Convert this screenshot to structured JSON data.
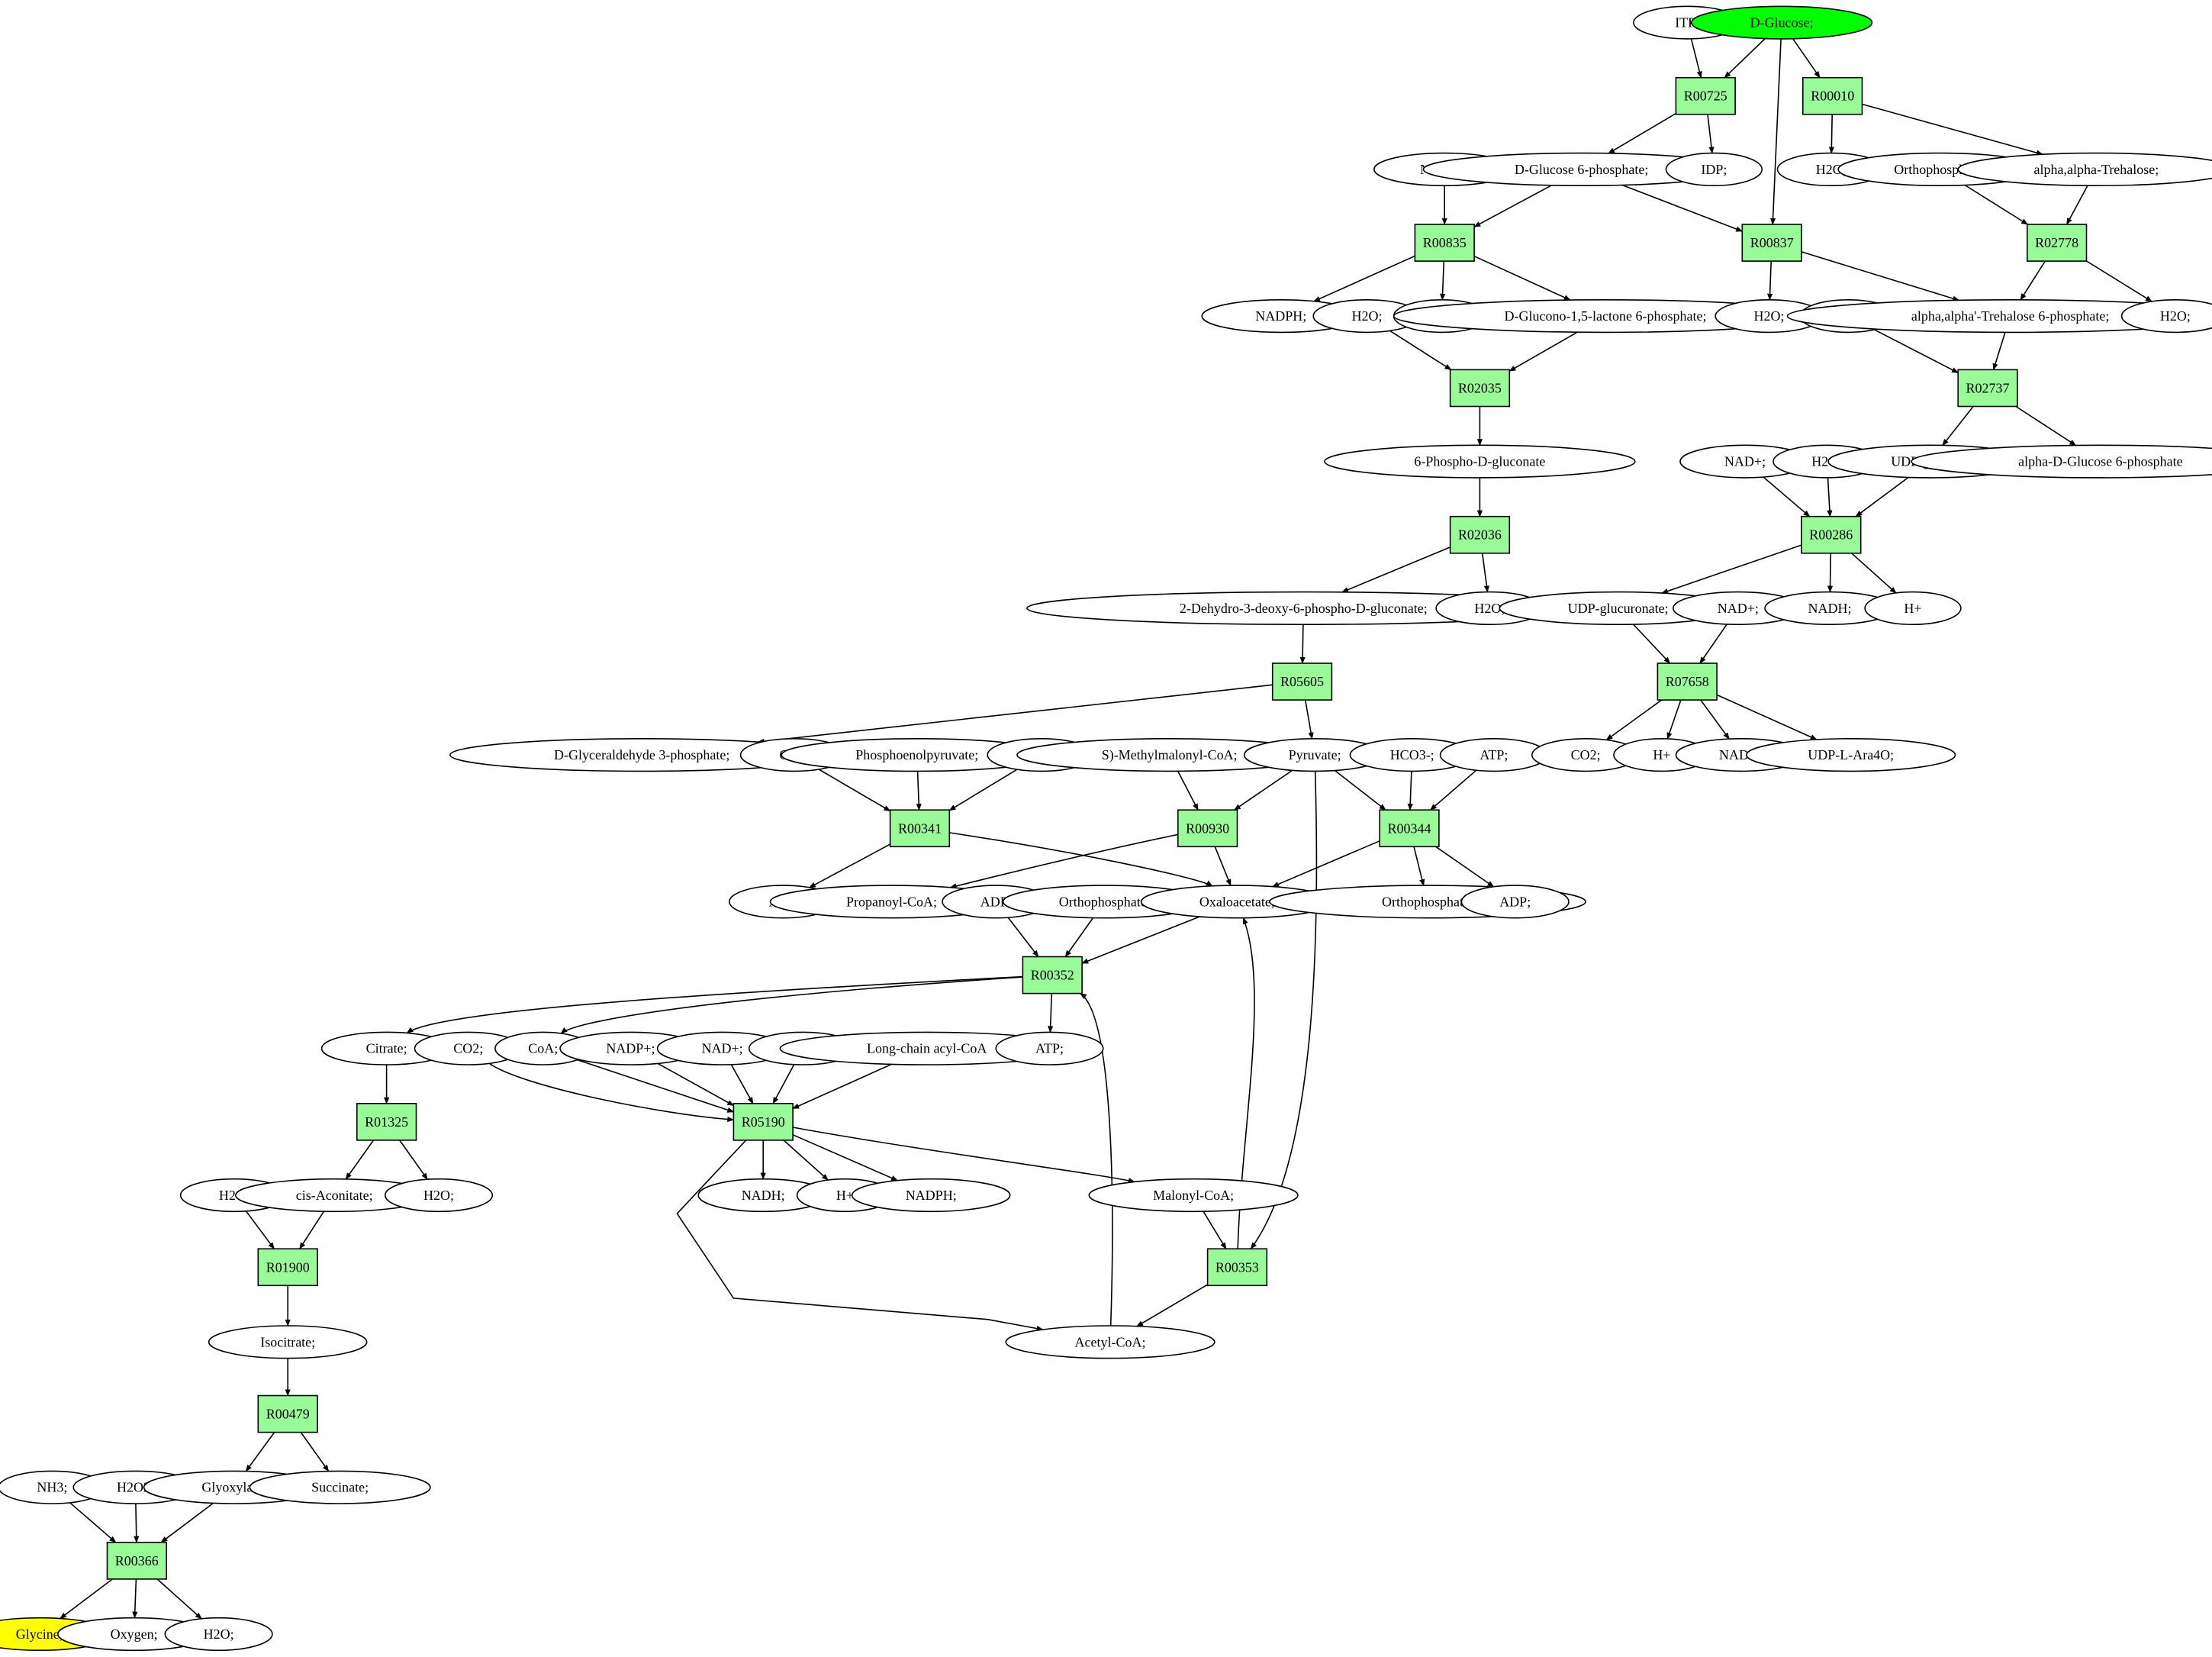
{
  "colors": {
    "reaction_fill": "#98fb98",
    "start_fill": "#00ff00",
    "target_fill": "#ffff00",
    "compound_fill": "#ffffff",
    "stroke": "#000000"
  },
  "reactions": [
    {
      "id": "r00725",
      "label": "R00725"
    },
    {
      "id": "r00010",
      "label": "R00010"
    },
    {
      "id": "r00835",
      "label": "R00835"
    },
    {
      "id": "r00837",
      "label": "R00837"
    },
    {
      "id": "r02778",
      "label": "R02778"
    },
    {
      "id": "r02035",
      "label": "R02035"
    },
    {
      "id": "r02737",
      "label": "R02737"
    },
    {
      "id": "r02036",
      "label": "R02036"
    },
    {
      "id": "r00286",
      "label": "R00286"
    },
    {
      "id": "r05605",
      "label": "R05605"
    },
    {
      "id": "r07658",
      "label": "R07658"
    },
    {
      "id": "r00341",
      "label": "R00341"
    },
    {
      "id": "r00930",
      "label": "R00930"
    },
    {
      "id": "r00344",
      "label": "R00344"
    },
    {
      "id": "r00352",
      "label": "R00352"
    },
    {
      "id": "r01325",
      "label": "R01325"
    },
    {
      "id": "r05190",
      "label": "R05190"
    },
    {
      "id": "r01900",
      "label": "R01900"
    },
    {
      "id": "r00353",
      "label": "R00353"
    },
    {
      "id": "r00479",
      "label": "R00479"
    },
    {
      "id": "r00366",
      "label": "R00366"
    }
  ],
  "compounds": [
    {
      "id": "itp",
      "label": "ITP;"
    },
    {
      "id": "dglucose",
      "label": "D-Glucose;"
    },
    {
      "id": "nadp_a",
      "label": "NADP+;"
    },
    {
      "id": "g6p",
      "label": "D-Glucose 6-phosphate;"
    },
    {
      "id": "idp",
      "label": "IDP;"
    },
    {
      "id": "h2o_a",
      "label": "H2O;"
    },
    {
      "id": "orthop_a",
      "label": "Orthophosphate;"
    },
    {
      "id": "trehalose",
      "label": "alpha,alpha-Trehalose;"
    },
    {
      "id": "nadph_a",
      "label": "NADPH;"
    },
    {
      "id": "h2o_b",
      "label": "H2O;"
    },
    {
      "id": "hplus_a",
      "label": "H+"
    },
    {
      "id": "glucono",
      "label": "D-Glucono-1,5-lactone 6-phosphate;"
    },
    {
      "id": "h2o_c",
      "label": "H2O;"
    },
    {
      "id": "udp",
      "label": "UDP;"
    },
    {
      "id": "t6p",
      "label": "alpha,alpha'-Trehalose 6-phosphate;"
    },
    {
      "id": "h2o_d",
      "label": "H2O;"
    },
    {
      "id": "phosphogluconate",
      "label": "6-Phospho-D-gluconate"
    },
    {
      "id": "nad_a",
      "label": "NAD+;"
    },
    {
      "id": "h2o_e",
      "label": "H2O;"
    },
    {
      "id": "udpglucose",
      "label": "UDP-glucose;"
    },
    {
      "id": "ag6p",
      "label": "alpha-D-Glucose 6-phosphate"
    },
    {
      "id": "kdpg",
      "label": "2-Dehydro-3-deoxy-6-phospho-D-gluconate;"
    },
    {
      "id": "h2o_f",
      "label": "H2O;"
    },
    {
      "id": "udpglucuronate",
      "label": "UDP-glucuronate;"
    },
    {
      "id": "nad_b",
      "label": "NAD+;"
    },
    {
      "id": "nadh_a",
      "label": "NADH;"
    },
    {
      "id": "hplus_b",
      "label": "H+"
    },
    {
      "id": "gap",
      "label": "D-Glyceraldehyde 3-phosphate;"
    },
    {
      "id": "co2_a",
      "label": "CO2;"
    },
    {
      "id": "pep",
      "label": "Phosphoenolpyruvate;"
    },
    {
      "id": "adp_a",
      "label": "ADP;"
    },
    {
      "id": "smm",
      "label": "S)-Methylmalonyl-CoA;"
    },
    {
      "id": "pyruvate",
      "label": "Pyruvate;"
    },
    {
      "id": "hco3",
      "label": "HCO3-;"
    },
    {
      "id": "atp_a",
      "label": "ATP;"
    },
    {
      "id": "co2_b",
      "label": "CO2;"
    },
    {
      "id": "hplus_c",
      "label": "H+"
    },
    {
      "id": "nadh_b",
      "label": "NADH;"
    },
    {
      "id": "udpara",
      "label": "UDP-L-Ara4O;"
    },
    {
      "id": "atp_b",
      "label": "ATP;"
    },
    {
      "id": "propanoyl",
      "label": "Propanoyl-CoA;"
    },
    {
      "id": "adp_b",
      "label": "ADP;"
    },
    {
      "id": "orthop_b",
      "label": "Orthophosphate;"
    },
    {
      "id": "oxaloacetate",
      "label": "Oxaloacetate;"
    },
    {
      "id": "orthop_c",
      "label": "Orthophosphate;"
    },
    {
      "id": "adp_c",
      "label": "ADP;"
    },
    {
      "id": "citrate",
      "label": "Citrate;"
    },
    {
      "id": "co2_c",
      "label": "CO2;"
    },
    {
      "id": "coa",
      "label": "CoA;"
    },
    {
      "id": "nadp_b",
      "label": "NADP+;"
    },
    {
      "id": "nad_c",
      "label": "NAD+;"
    },
    {
      "id": "h2o_g",
      "label": "H2O;"
    },
    {
      "id": "lcacyl",
      "label": "Long-chain acyl-CoA"
    },
    {
      "id": "atp_c",
      "label": "ATP;"
    },
    {
      "id": "h2o_h",
      "label": "H2O;"
    },
    {
      "id": "cisaconitate",
      "label": "cis-Aconitate;"
    },
    {
      "id": "h2o_i",
      "label": "H2O;"
    },
    {
      "id": "nadh_c",
      "label": "NADH;"
    },
    {
      "id": "hplus_d",
      "label": "H+"
    },
    {
      "id": "nadph_b",
      "label": "NADPH;"
    },
    {
      "id": "malonyl",
      "label": "Malonyl-CoA;"
    },
    {
      "id": "isocitrate",
      "label": "Isocitrate;"
    },
    {
      "id": "acetylcoa",
      "label": "Acetyl-CoA;"
    },
    {
      "id": "nh3",
      "label": "NH3;"
    },
    {
      "id": "h2o2",
      "label": "H2O2;"
    },
    {
      "id": "glyoxylate",
      "label": "Glyoxylate;"
    },
    {
      "id": "succinate",
      "label": "Succinate;"
    },
    {
      "id": "glycine",
      "label": "Glycine;"
    },
    {
      "id": "oxygen",
      "label": "Oxygen;"
    },
    {
      "id": "h2o_j",
      "label": "H2O;"
    }
  ]
}
